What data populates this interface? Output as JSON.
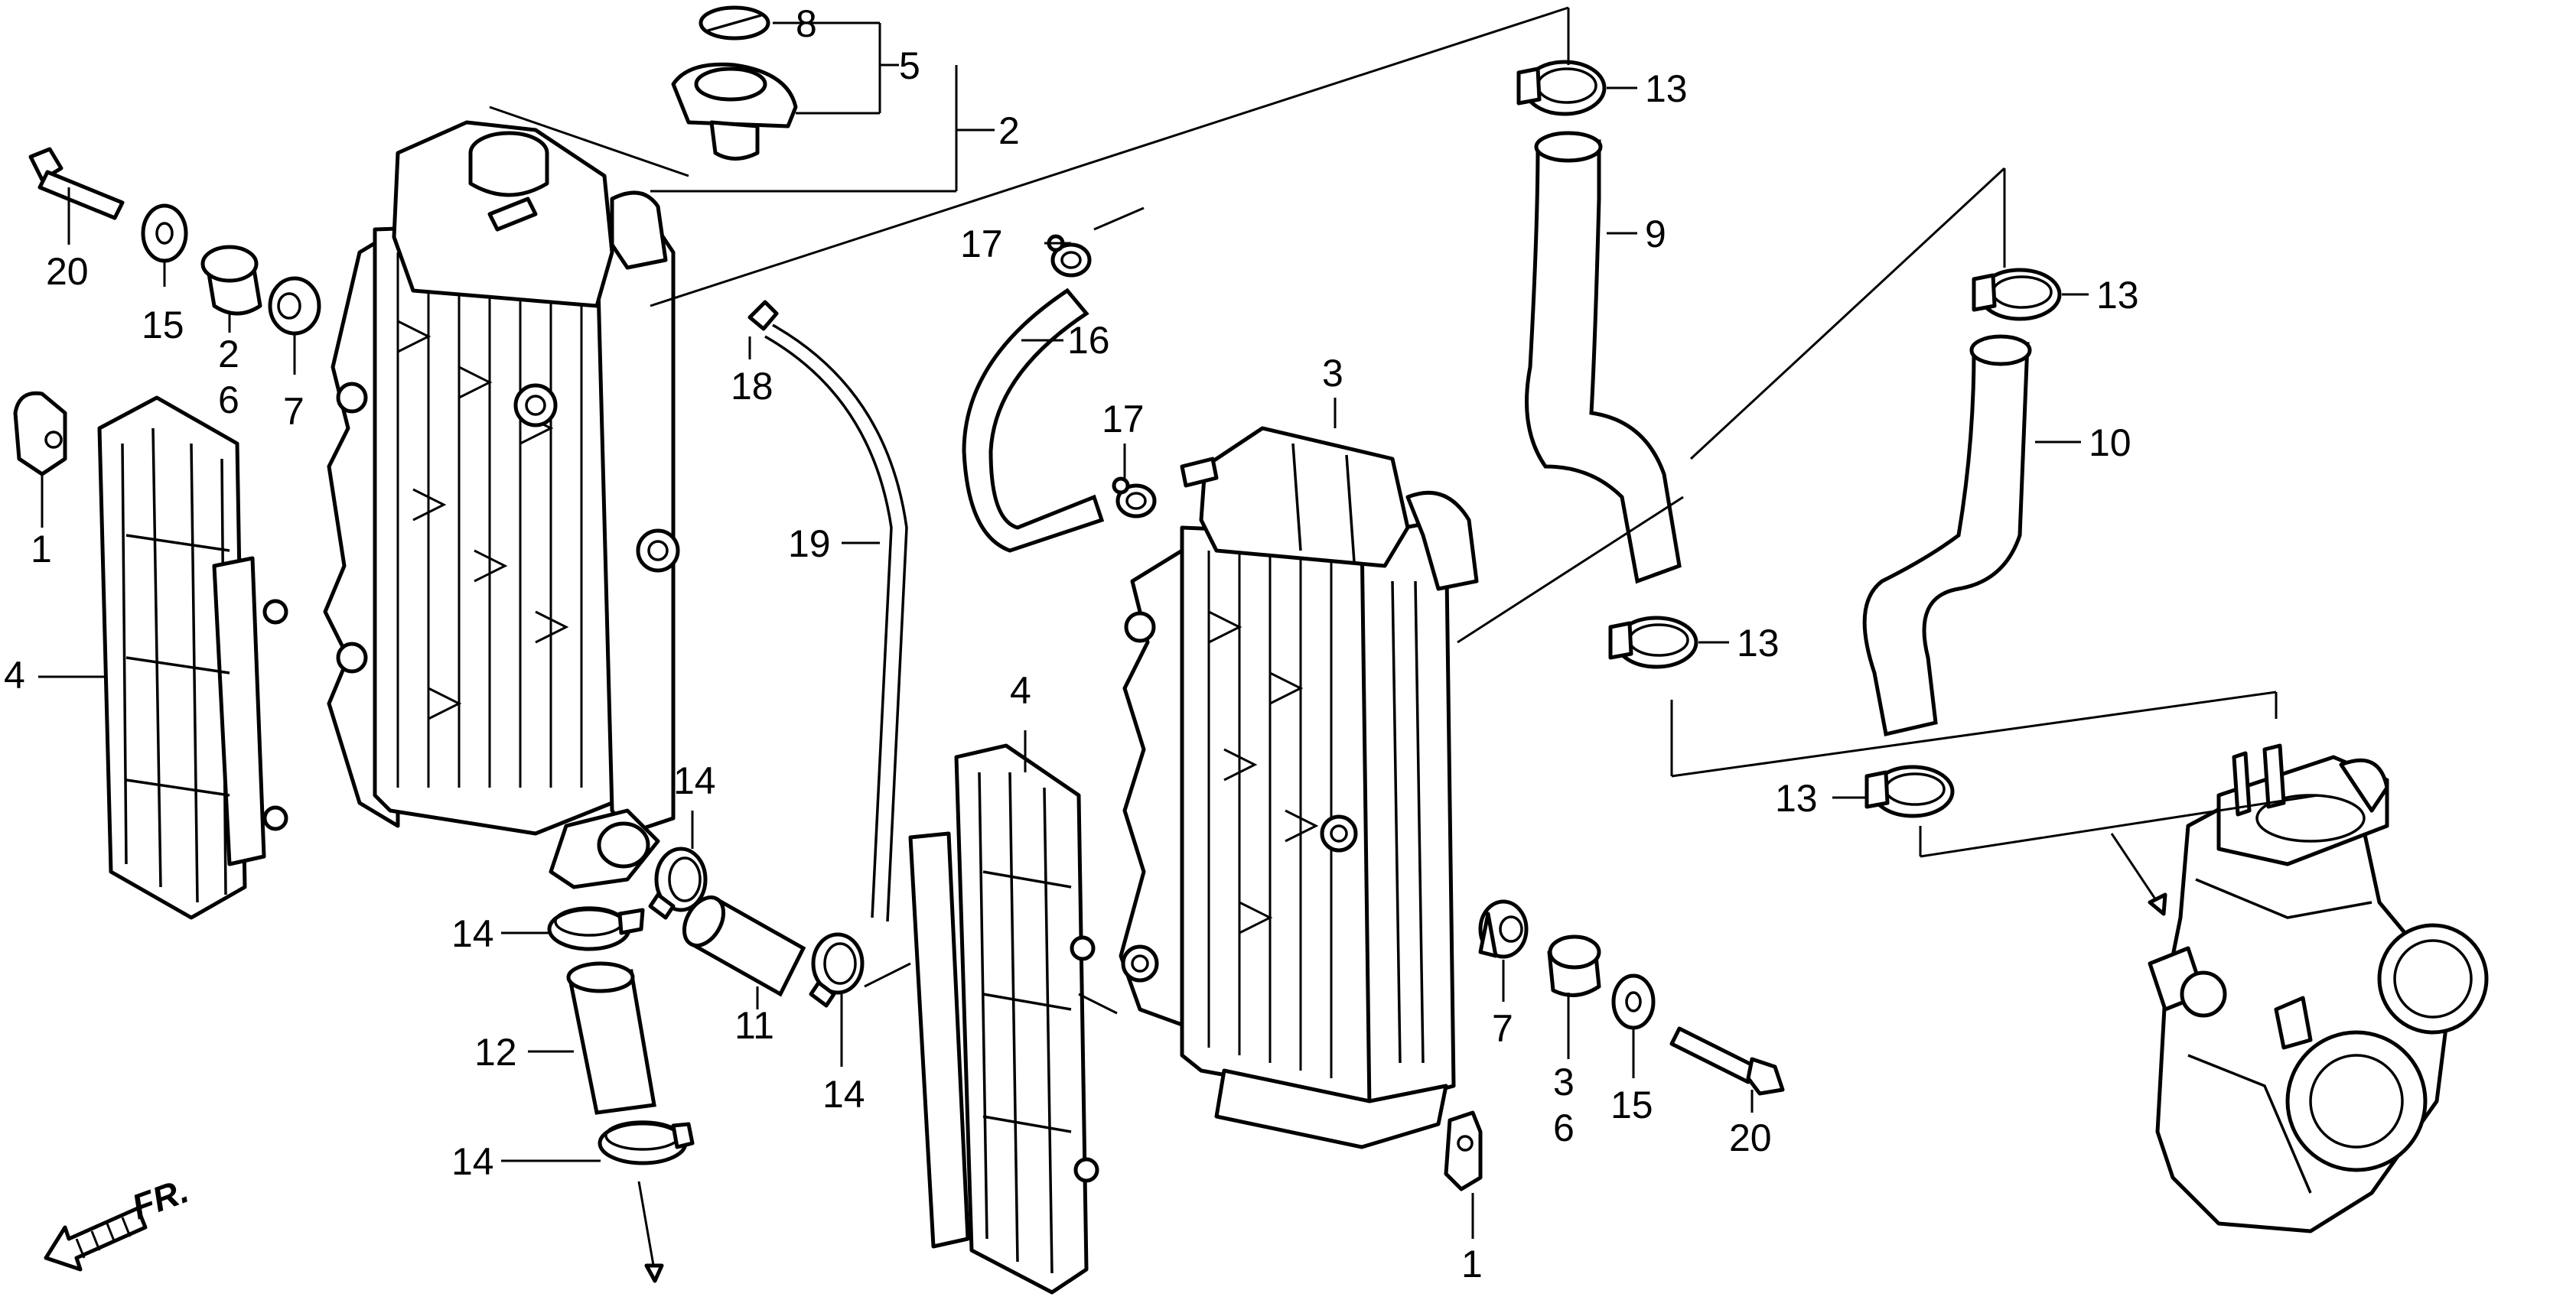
{
  "callouts": {
    "c1a": "1",
    "c1b": "1",
    "c2a": "2",
    "c2b": "2",
    "c3a": "3",
    "c3b": "3",
    "c4a": "4",
    "c4b": "4",
    "c5": "5",
    "c6a": "6",
    "c6b": "6",
    "c7a": "7",
    "c7b": "7",
    "c8": "8",
    "c9": "9",
    "c10": "10",
    "c11": "11",
    "c12": "12",
    "c13a": "13",
    "c13b": "13",
    "c13c": "13",
    "c13d": "13",
    "c14a": "14",
    "c14b": "14",
    "c14c": "14",
    "c14d": "14",
    "c15a": "15",
    "c15b": "15",
    "c16": "16",
    "c17a": "17",
    "c17b": "17",
    "c18": "18",
    "c19": "19",
    "c20a": "20",
    "c20b": "20"
  },
  "direction_label": "FR.",
  "colors": {
    "ink": "#000000",
    "paper": "#ffffff"
  }
}
